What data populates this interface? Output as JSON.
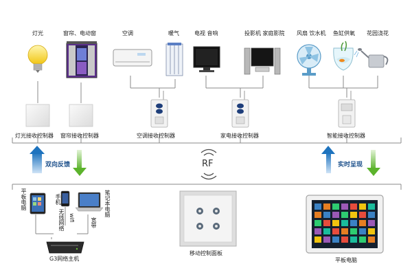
{
  "top_devices": {
    "light": "灯光",
    "curtain": "窗帘、电动窗",
    "ac": "空调",
    "heater": "暖气",
    "tv_audio": "电视 音响",
    "projector": "投影机 家庭影院",
    "fan_water": "风扇 饮水机",
    "fish_oxygen": "鱼缸供氧",
    "garden_water": "花园浇花"
  },
  "controllers": {
    "light": "灯光接收控制器",
    "curtain": "窗帘接收控制器",
    "ac": "空调接收控制器",
    "appliance": "家电接收控制器",
    "smart": "智能接收控制器"
  },
  "middle": {
    "left_arrow_label": "双向反馈",
    "rf_label": "RF",
    "right_arrow_label": "实时呈现"
  },
  "bottom": {
    "tablet_small": "平板电脑",
    "phone": "手机",
    "laptop": "笔记本电脑",
    "wireless": "无线网络",
    "wifi": "wifi",
    "broadband": "宽带",
    "host": "G3网络主机",
    "panel": "移动控制面板",
    "tablet_large": "平板电脑"
  },
  "colors": {
    "line": "#8a8a8a",
    "arrow_blue": "#1e73be",
    "arrow_green": "#6cbf3b",
    "panel_bg": "#e6e6e6",
    "screen_dark": "#1a1a1a"
  }
}
